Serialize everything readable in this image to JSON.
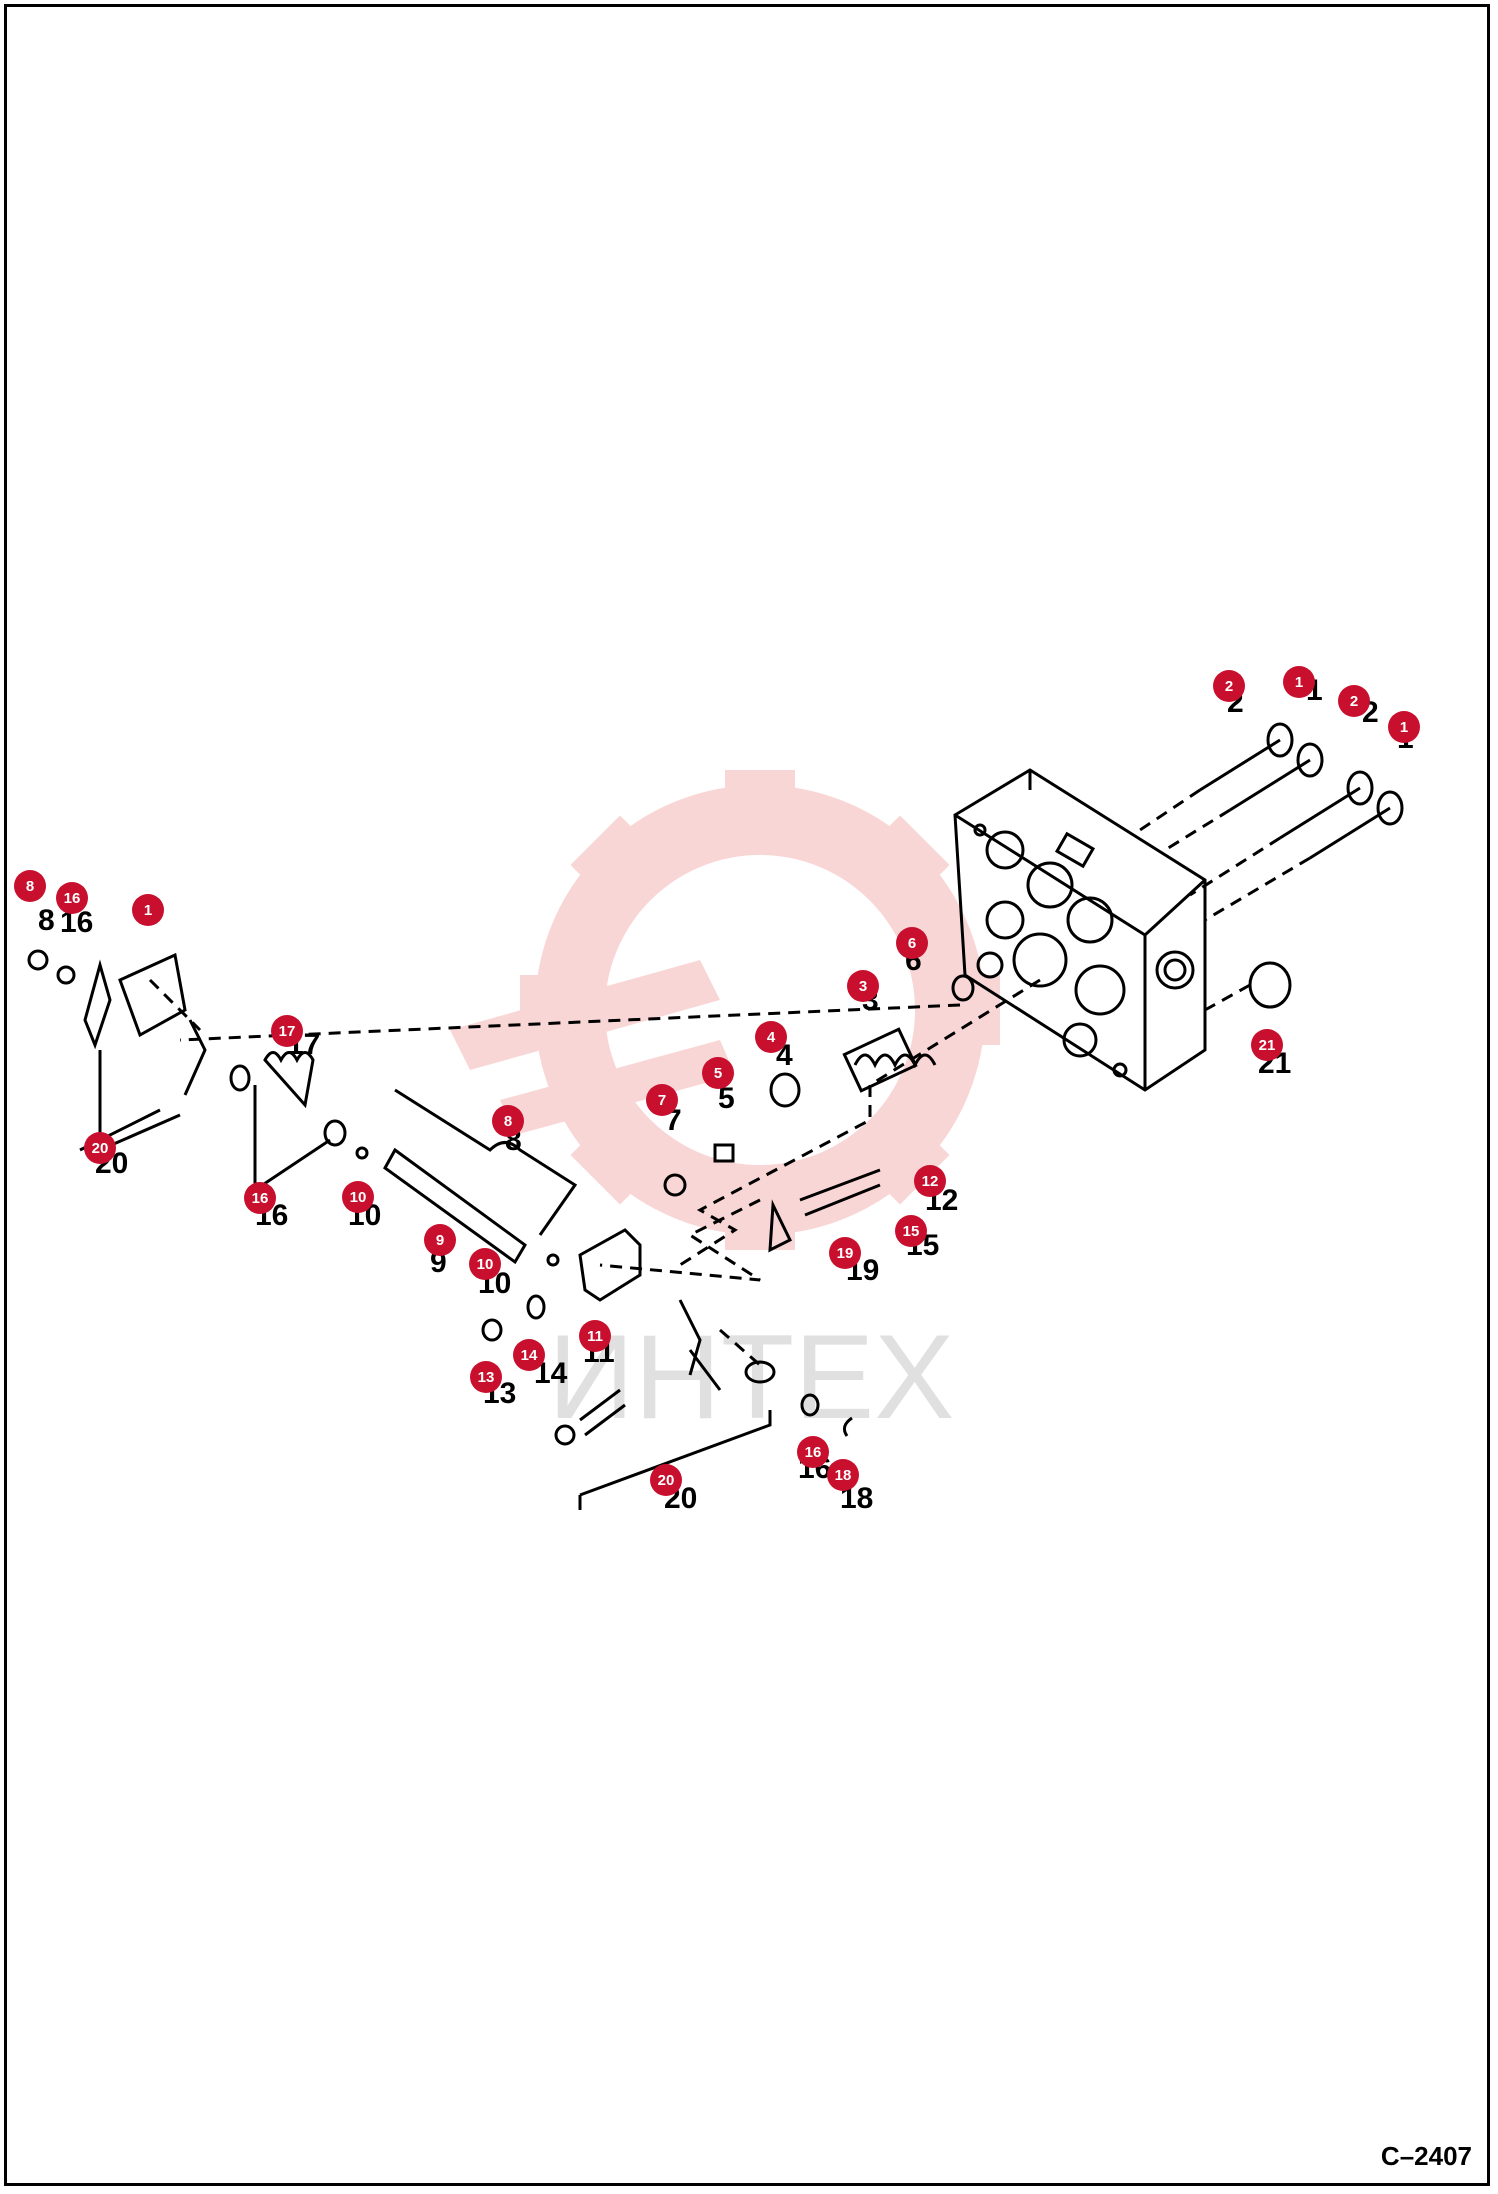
{
  "drawing_number": "C–2407",
  "watermark_text": "ИНТЕХ",
  "callout_color": "#c8102e",
  "callouts": [
    {
      "id": "c-2a",
      "label": "2"
    },
    {
      "id": "c-1a",
      "label": "1"
    },
    {
      "id": "c-2b",
      "label": "2"
    },
    {
      "id": "c-1b",
      "label": "1"
    },
    {
      "id": "c-8a",
      "label": "8"
    },
    {
      "id": "c-16a",
      "label": "16"
    },
    {
      "id": "c-1c",
      "label": "1"
    },
    {
      "id": "c-6",
      "label": "6"
    },
    {
      "id": "c-3",
      "label": "3"
    },
    {
      "id": "c-4",
      "label": "4"
    },
    {
      "id": "c-5",
      "label": "5"
    },
    {
      "id": "c-7",
      "label": "7"
    },
    {
      "id": "c-17",
      "label": "17"
    },
    {
      "id": "c-8b",
      "label": "8"
    },
    {
      "id": "c-21",
      "label": "21"
    },
    {
      "id": "c-20a",
      "label": "20"
    },
    {
      "id": "c-16b",
      "label": "16"
    },
    {
      "id": "c-10a",
      "label": "10"
    },
    {
      "id": "c-9",
      "label": "9"
    },
    {
      "id": "c-10b",
      "label": "10"
    },
    {
      "id": "c-12",
      "label": "12"
    },
    {
      "id": "c-15",
      "label": "15"
    },
    {
      "id": "c-19",
      "label": "19"
    },
    {
      "id": "c-11",
      "label": "11"
    },
    {
      "id": "c-14",
      "label": "14"
    },
    {
      "id": "c-13",
      "label": "13"
    },
    {
      "id": "c-16c",
      "label": "16"
    },
    {
      "id": "c-18",
      "label": "18"
    },
    {
      "id": "c-20b",
      "label": "20"
    }
  ],
  "part_numbers": [
    {
      "id": "n-2a",
      "label": "2"
    },
    {
      "id": "n-1a",
      "label": "1"
    },
    {
      "id": "n-2b",
      "label": "2"
    },
    {
      "id": "n-1b",
      "label": "1"
    },
    {
      "id": "n-8a",
      "label": "8"
    },
    {
      "id": "n-16a",
      "label": "16"
    },
    {
      "id": "n-6",
      "label": "6"
    },
    {
      "id": "n-3",
      "label": "3"
    },
    {
      "id": "n-4",
      "label": "4"
    },
    {
      "id": "n-5",
      "label": "5"
    },
    {
      "id": "n-7",
      "label": "7"
    },
    {
      "id": "n-17",
      "label": "17"
    },
    {
      "id": "n-8b",
      "label": "8"
    },
    {
      "id": "n-21",
      "label": "21"
    },
    {
      "id": "n-20a",
      "label": "20"
    },
    {
      "id": "n-16b",
      "label": "16"
    },
    {
      "id": "n-10a",
      "label": "10"
    },
    {
      "id": "n-9",
      "label": "9"
    },
    {
      "id": "n-10b",
      "label": "10"
    },
    {
      "id": "n-12",
      "label": "12"
    },
    {
      "id": "n-15",
      "label": "15"
    },
    {
      "id": "n-19",
      "label": "19"
    },
    {
      "id": "n-11",
      "label": "11"
    },
    {
      "id": "n-14",
      "label": "14"
    },
    {
      "id": "n-13",
      "label": "13"
    },
    {
      "id": "n-16c",
      "label": "16"
    },
    {
      "id": "n-18",
      "label": "18"
    },
    {
      "id": "n-20b",
      "label": "20"
    }
  ]
}
